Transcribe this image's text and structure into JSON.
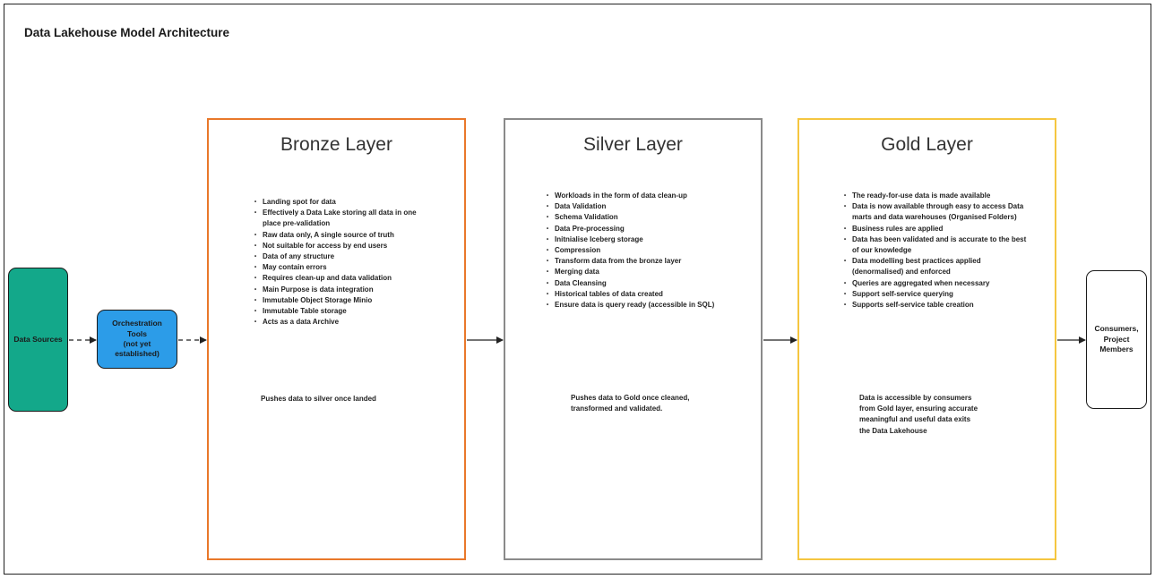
{
  "title": "Data Lakehouse Model Architecture",
  "nodes": {
    "data_sources": "Data Sources",
    "orchestration": "Orchestration\nTools\n(not yet\nestablished)",
    "consumers": "Consumers,\nProject\nMembers"
  },
  "colors": {
    "data_sources": "#13a88a",
    "orchestration": "#2c9ce8",
    "bronze": "#e9782a",
    "silver": "#8a8a8a",
    "gold": "#f5c640"
  },
  "layers": {
    "bronze": {
      "title": "Bronze Layer",
      "items": [
        "Landing spot for data",
        "Effectively a Data Lake storing all data in one place pre-validation",
        "Raw data only, A single source of truth",
        "Not suitable for access by end users",
        "Data of any structure",
        "May contain errors",
        "Requires clean-up and data validation",
        " Main Purpose is data integration",
        "Immutable Object Storage Minio",
        "Immutable Table storage",
        "Acts as a data Archive"
      ],
      "note": "Pushes data to silver once landed"
    },
    "silver": {
      "title": "Silver Layer",
      "items": [
        "Workloads in the form of data clean-up",
        "Data Validation",
        "Schema Validation",
        "Data Pre-processing",
        "Initnialise Iceberg storage",
        "Compression",
        "Transform data from the bronze layer",
        "Merging data",
        "Data Cleansing",
        "Historical tables of data created",
        "Ensure data is query ready (accessible in SQL)"
      ],
      "note": "Pushes data to Gold once cleaned,\ntransformed and validated."
    },
    "gold": {
      "title": "Gold Layer",
      "items": [
        "The ready-for-use data is made available",
        "Data is now available through easy to access Data marts and data warehouses (Organised Folders)",
        "Business rules are applied",
        "Data has been validated and is accurate to the best of our knowledge",
        "Data modelling best practices applied (denormalised) and enforced",
        "Queries are aggregated when necessary",
        "Support self-service querying",
        "Supports self-service table creation"
      ],
      "note": "Data is accessible by consumers\nfrom Gold layer, ensuring accurate\nmeaningful and useful data exits\nthe Data Lakehouse"
    }
  }
}
